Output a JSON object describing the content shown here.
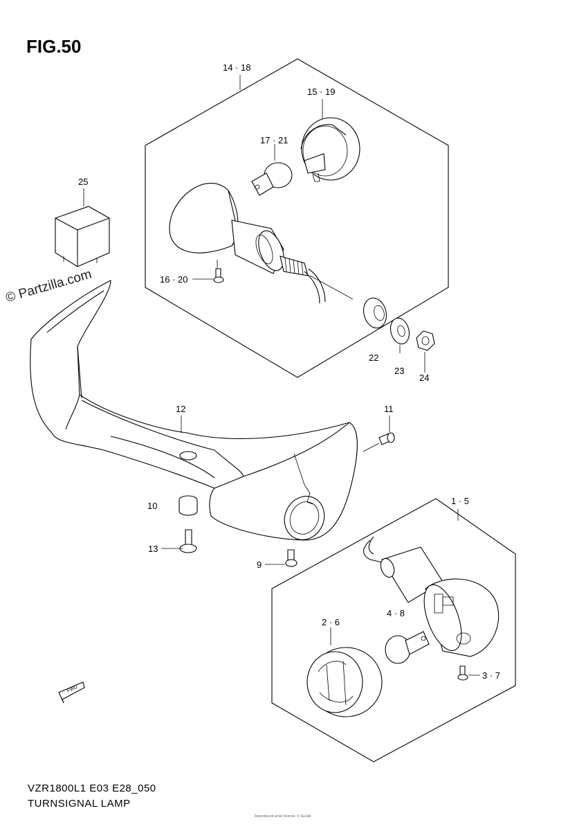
{
  "figure": {
    "title": "FIG.50",
    "watermark": "© Partzilla.com",
    "model_code": "VZR1800L1 E03 E28_050",
    "name": "TURNSIGNAL LAMP",
    "copyright_note": "Reproduced under license. © Suzuki"
  },
  "callouts": {
    "c14_18": "14 · 18",
    "c15_19": "15 · 19",
    "c17_21": "17 · 21",
    "c25": "25",
    "c16_20": "16 · 20",
    "c22": "22",
    "c23": "23",
    "c24": "24",
    "c12": "12",
    "c11": "11",
    "c10": "10",
    "c13": "13",
    "c9": "9",
    "c1_5": "1 · 5",
    "c4_8": "4 · 8",
    "c2_6": "2 · 6",
    "c3_7": "3 · 7"
  },
  "fwd_label": "FWD"
}
